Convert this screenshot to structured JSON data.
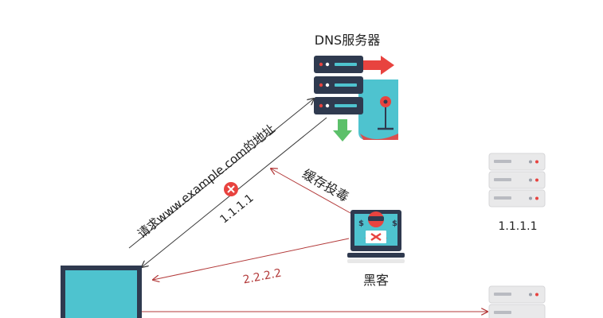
{
  "labels": {
    "dns_server": "DNS服务器",
    "request": "请求www.example.com的地址",
    "real_ip_response": "1.1.1.1",
    "cache_poison": "缓存投毒",
    "fake_ip_response": "2.2.2.2",
    "hacker": "黑客",
    "real_server_ip": "1.1.1.1"
  },
  "colors": {
    "server_dark": "#2f3a4f",
    "server_teal": "#4ec3cf",
    "accent_red": "#e8433f",
    "accent_green": "#5cc06a",
    "monitor_teal": "#4ec3cf",
    "monitor_frame": "#2f3a4f",
    "line_dark": "#3a3a3a",
    "line_red": "#b33a3a",
    "rack_gray": "#e9e9ea"
  },
  "icons": {
    "dns_server": "server-stack-icon",
    "hacker": "hacker-icon",
    "client": "computer-monitor-icon",
    "web_server": "server-rack-icon",
    "blocked": "x-circle-icon"
  }
}
